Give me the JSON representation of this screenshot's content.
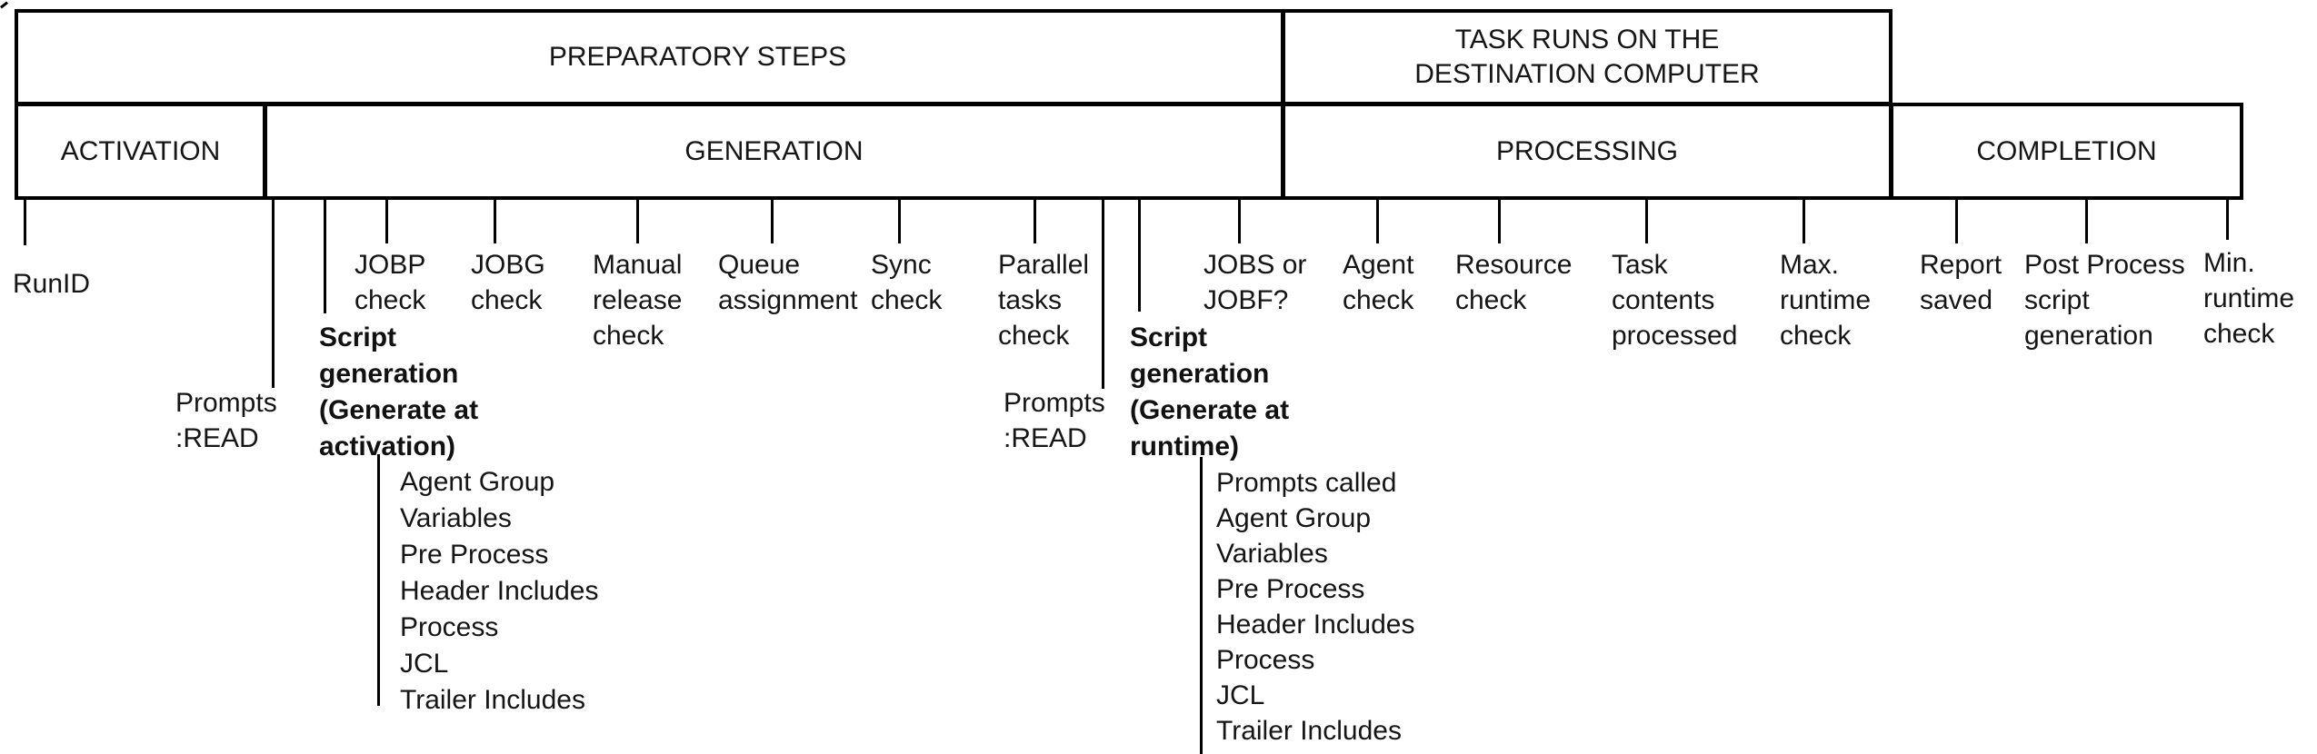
{
  "colors": {
    "ink": "#000000",
    "background": "#ffffff"
  },
  "title_row": {
    "preparatory": "PREPARATORY STEPS",
    "destination_line1": "TASK RUNS ON THE",
    "destination_line2": "DESTINATION COMPUTER"
  },
  "phase_row": {
    "activation": "ACTIVATION",
    "generation": "GENERATION",
    "processing": "PROCESSING",
    "completion": "COMPLETION"
  },
  "labels": {
    "run_id": [
      "RunID"
    ],
    "prompts_read": [
      "Prompts",
      ":READ"
    ],
    "jobp_check": [
      "JOBP",
      "check"
    ],
    "jobg_check": [
      "JOBG",
      "check"
    ],
    "manual_release_check": [
      "Manual",
      "release",
      "check"
    ],
    "queue_assignment": [
      "Queue",
      "assignment"
    ],
    "sync_check": [
      "Sync",
      "check"
    ],
    "parallel_tasks_check": [
      "Parallel",
      "tasks",
      "check"
    ],
    "jobs_or_jobf": [
      "JOBS or",
      "JOBF?"
    ],
    "agent_check": [
      "Agent",
      "check"
    ],
    "resource_check": [
      "Resource",
      "check"
    ],
    "task_contents_processed": [
      "Task",
      "contents",
      "processed"
    ],
    "max_runtime_check": [
      "Max.",
      "runtime",
      "check"
    ],
    "report_saved": [
      "Report",
      "saved"
    ],
    "post_process_script_generation": [
      "Post Process",
      "script",
      "generation"
    ],
    "min_runtime_check": [
      "Min.",
      "runtime",
      "check"
    ]
  },
  "script_generation_activation": {
    "title": [
      "Script",
      "generation",
      "(Generate at",
      "activation)"
    ],
    "items": [
      "Agent Group",
      "Variables",
      "Pre Process",
      "Header Includes",
      "Process",
      "JCL",
      "Trailer Includes"
    ]
  },
  "script_generation_runtime": {
    "title": [
      "Script",
      "generation",
      "(Generate at",
      "runtime)"
    ],
    "items": [
      "Prompts called",
      "Agent Group",
      "Variables",
      "Pre Process",
      "Header Includes",
      "Process",
      "JCL",
      "Trailer Includes"
    ]
  }
}
